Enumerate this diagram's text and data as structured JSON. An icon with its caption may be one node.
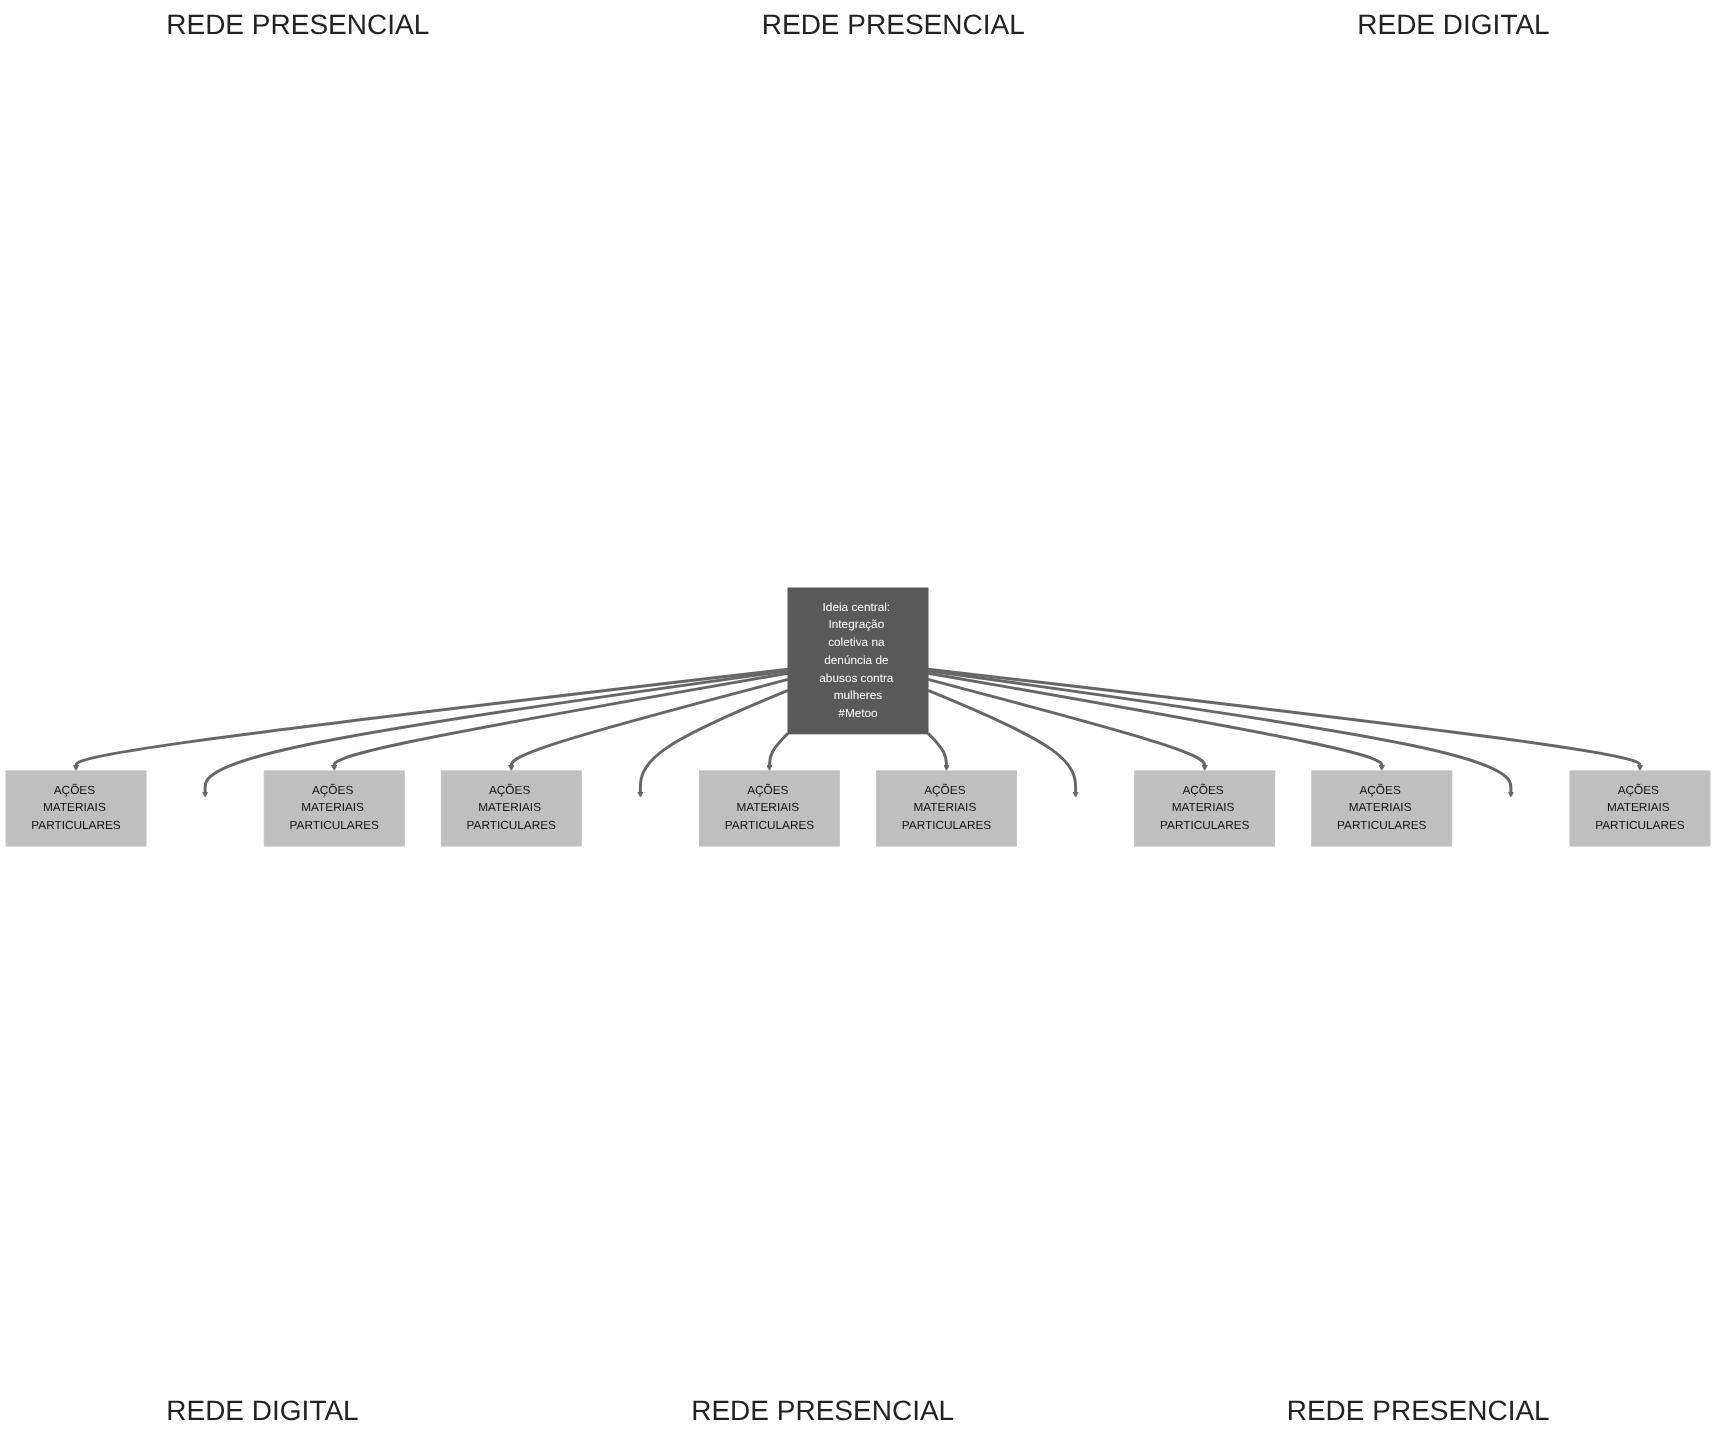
{
  "diagram": {
    "nodes": [
      {
        "text": [
          "AÇÕES MATERIAIS PARTICULARES"
        ]
      },
      {
        "text": [
          "AÇÕES MATERIAIS PARTICULARES"
        ]
      },
      {
        "text": [
          "AÇÕES MATERIAIS PARTICULARES"
        ]
      },
      {
        "text": [
          "Ideia central: Integração coletiva na denúncia de abusos contra mulheres",
          "#Metoo"
        ]
      },
      {
        "text": [
          "AÇÕES MATERIAIS PARTICULARES"
        ]
      },
      {
        "text": [
          "AÇÕES MATERIAIS PARTICULARES"
        ]
      },
      {
        "text": [
          "AÇÕES MATERIAIS PARTICULARES"
        ]
      },
      {
        "text": [
          "AÇÕES MATERIAIS PARTICULARES"
        ]
      },
      {
        "text": [
          "AÇÕES MATERIAIS PARTICULARES"
        ]
      }
    ],
    "edges": [
      {
        "from": 3,
        "to": 0,
        "arrow": "to"
      },
      {
        "from": 3,
        "to": null,
        "arrow": "to"
      },
      {
        "from": 3,
        "to": 1,
        "arrow": "to"
      },
      {
        "from": 3,
        "to": 2,
        "arrow": "to"
      },
      {
        "from": 3,
        "to": null,
        "arrow": "to"
      },
      {
        "from": 3,
        "to": 5,
        "arrow": "to"
      },
      {
        "from": 3,
        "to": 4,
        "arrow": "to"
      },
      {
        "from": 3,
        "to": null,
        "arrow": "to"
      },
      {
        "from": 3,
        "to": 6,
        "arrow": "to"
      },
      {
        "from": 3,
        "to": 7,
        "arrow": "to"
      },
      {
        "from": 3,
        "to": null,
        "arrow": "to"
      },
      {
        "from": 3,
        "to": 8,
        "arrow": "to"
      }
    ],
    "labels": [
      "REDE PRESENCIAL",
      "REDE PRESENCIAL",
      "REDE DIGITAL",
      "REDE DIGITAL",
      "REDE PRESENCIAL",
      "REDE PRESENCIAL"
    ]
  }
}
